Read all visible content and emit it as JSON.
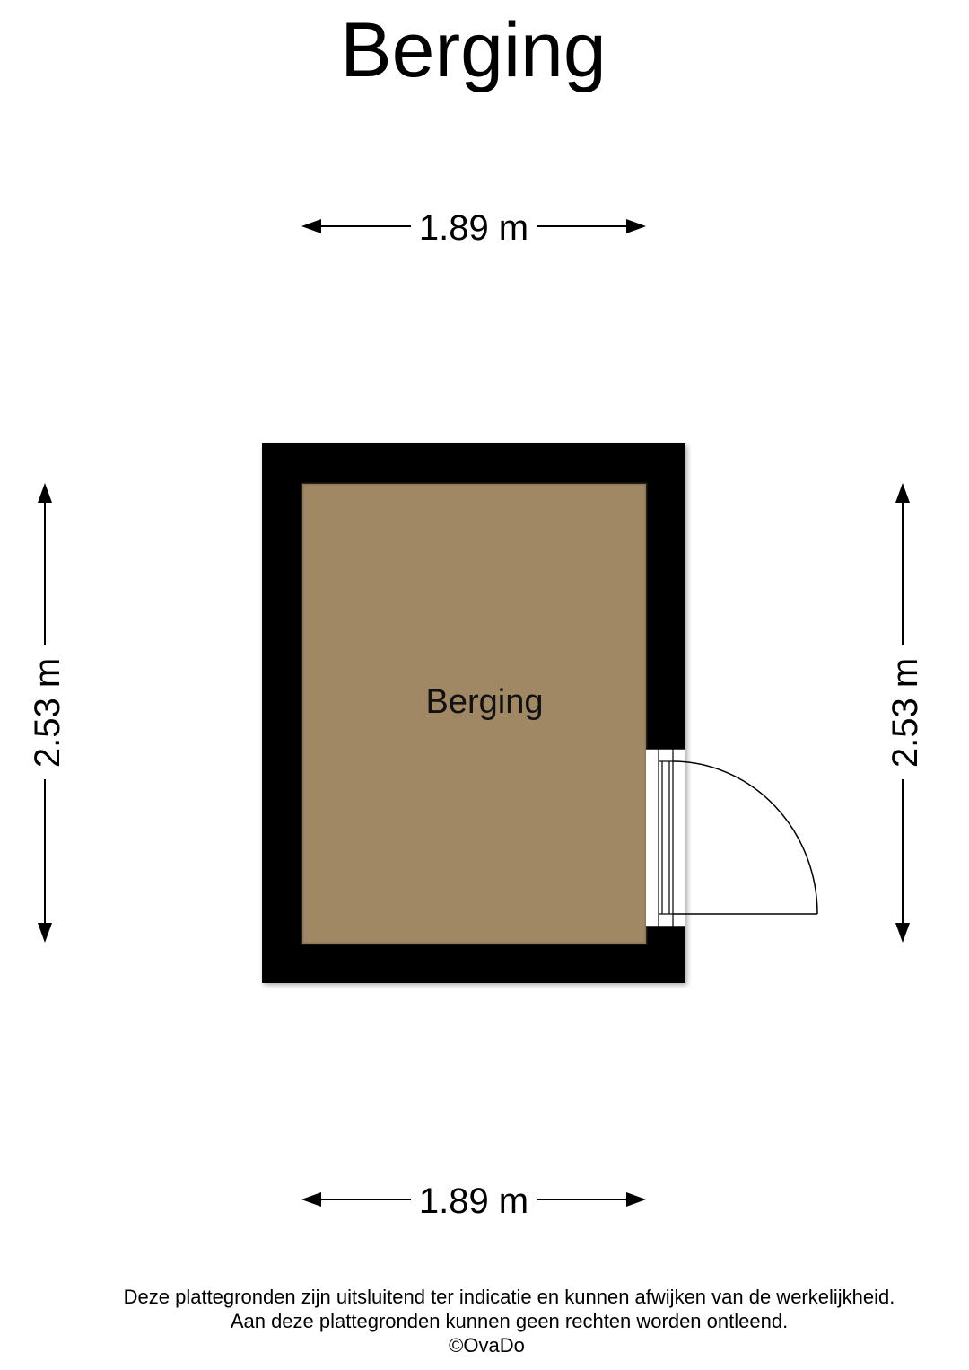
{
  "title": "Berging",
  "room": {
    "name": "Berging",
    "floor_color": "#a08865",
    "wall_color": "#000000"
  },
  "dimensions": {
    "top_width": "1.89 m",
    "bottom_width": "1.89 m",
    "left_height": "2.53 m",
    "right_height": "2.53 m"
  },
  "footer": {
    "line1": "Deze plattegronden zijn uitsluitend ter indicatie en kunnen afwijken van de werkelijkheid.",
    "line2": "Aan deze plattegronden kunnen geen rechten worden ontleend.",
    "copyright": "©OvaDo"
  }
}
